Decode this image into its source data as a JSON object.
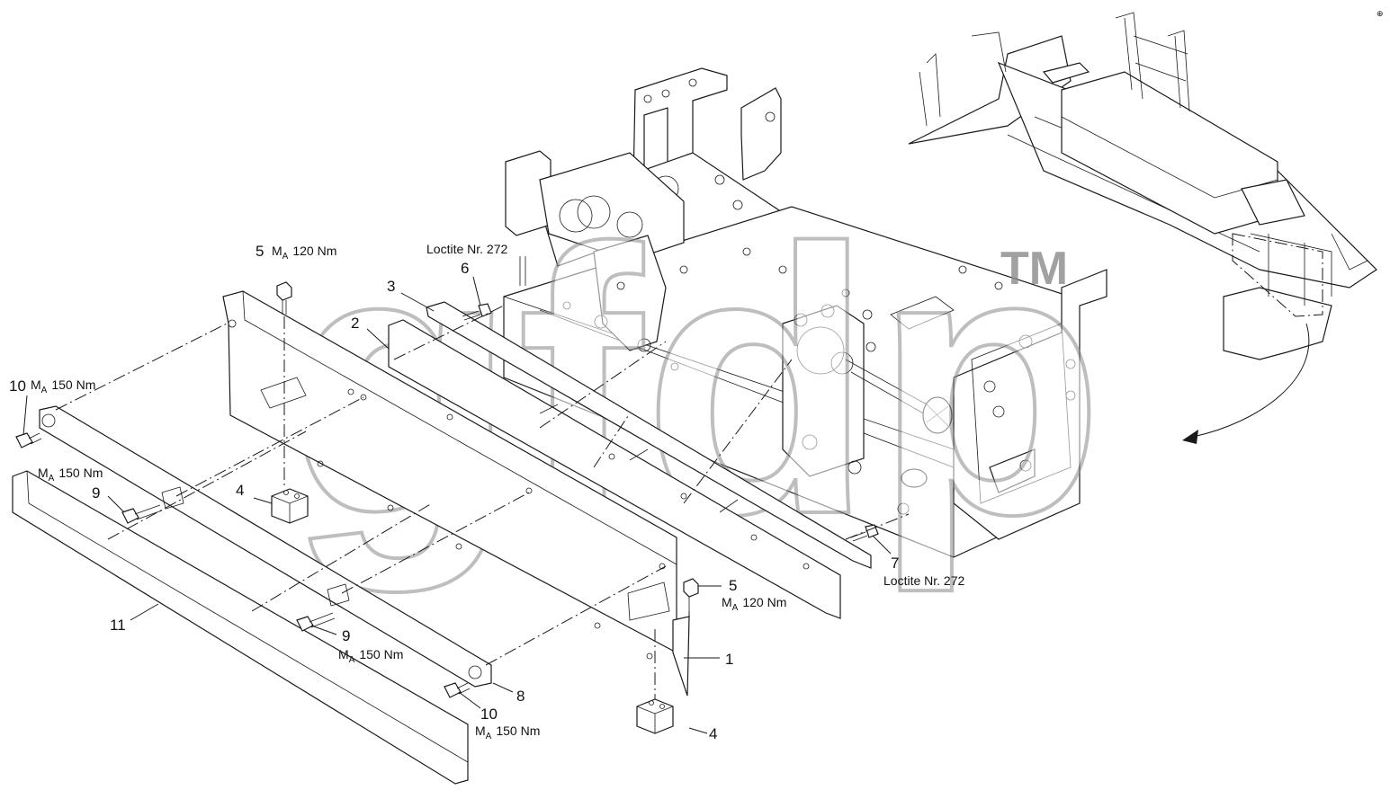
{
  "callouts": {
    "c1": "1",
    "c2": "2",
    "c3": "3",
    "c4a": "4",
    "c4b": "4",
    "c5a": "5",
    "c5b": "5",
    "c6": "6",
    "c7": "7",
    "c8": "8",
    "c9a": "9",
    "c9b": "9",
    "c10a": "10",
    "c10b": "10",
    "c11": "11"
  },
  "torque": {
    "symbol": "M",
    "subscript": "A",
    "t120": "120 Nm",
    "t150": "150 Nm"
  },
  "notes": {
    "loctite": "Loctite Nr. 272"
  },
  "watermark": {
    "text": "gfdp",
    "tm": "TM"
  },
  "colors": {
    "ink": "#1a1a1a",
    "watermark": "#8a8a8a"
  }
}
